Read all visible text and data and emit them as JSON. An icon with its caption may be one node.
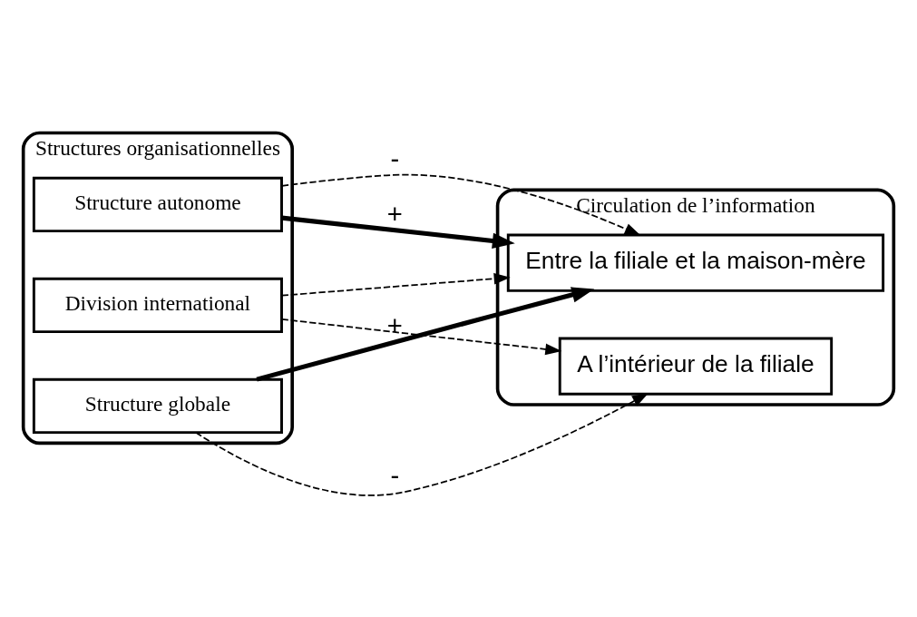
{
  "diagram": {
    "nodes": [
      {
        "text": [
          "Structures organisationnelles"
        ]
      },
      {
        "text": [
          "Structure autonome"
        ],
        "in": 0
      },
      {
        "text": [
          "Division international"
        ],
        "in": 0
      },
      {
        "text": [
          "Structure globale"
        ],
        "in": 0
      },
      {
        "text": [
          "Circulation de l’information"
        ]
      },
      {
        "text": [
          "Entre la filiale et la maison-mère"
        ],
        "in": 4
      },
      {
        "text": [
          "A l’intérieur de la filiale"
        ],
        "in": 4
      }
    ],
    "edges": [
      {
        "from": 1,
        "to": 5,
        "arrow": "to",
        "label": "-",
        "style": "dashed"
      },
      {
        "from": 1,
        "to": 5,
        "arrow": "to",
        "label": "+",
        "style": "thick"
      },
      {
        "from": 2,
        "to": 5,
        "arrow": "to",
        "style": "dashed"
      },
      {
        "from": 2,
        "to": 6,
        "arrow": "to",
        "style": "dashed"
      },
      {
        "from": 3,
        "to": 5,
        "arrow": "to",
        "label": "+",
        "style": "thick"
      },
      {
        "from": 3,
        "to": 6,
        "arrow": "to",
        "label": "-",
        "style": "dashed"
      }
    ]
  }
}
